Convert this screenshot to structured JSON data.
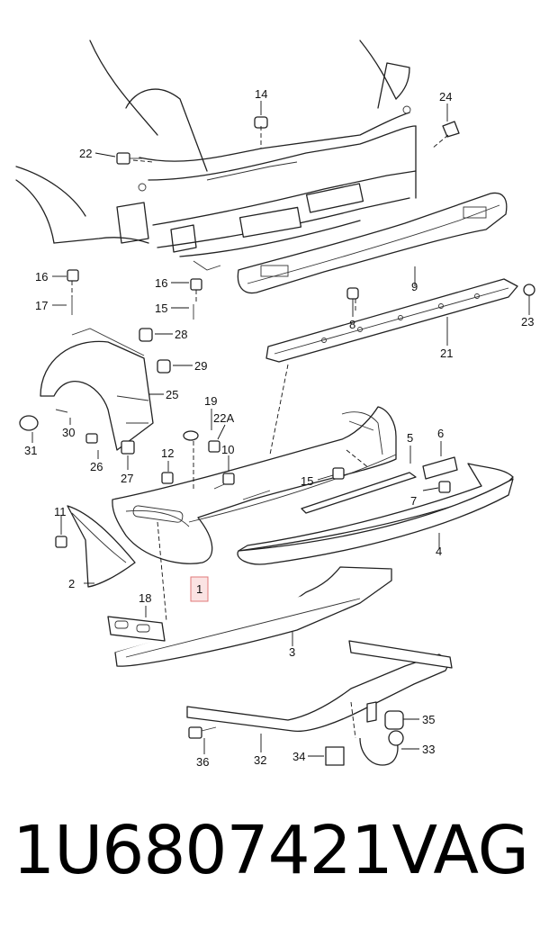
{
  "footer": {
    "part_number": "1U6807421",
    "brand": "VAG"
  },
  "highlight_color": "#fbe3e3",
  "callouts": [
    "14",
    "24",
    "22",
    "16",
    "17",
    "16",
    "15",
    "28",
    "29",
    "25",
    "31",
    "30",
    "26",
    "27",
    "19",
    "22A",
    "12",
    "10",
    "11",
    "2",
    "18",
    "1",
    "3",
    "5",
    "6",
    "7",
    "15",
    "4",
    "9",
    "8",
    "23",
    "21",
    "35",
    "33",
    "34",
    "32",
    "36"
  ]
}
